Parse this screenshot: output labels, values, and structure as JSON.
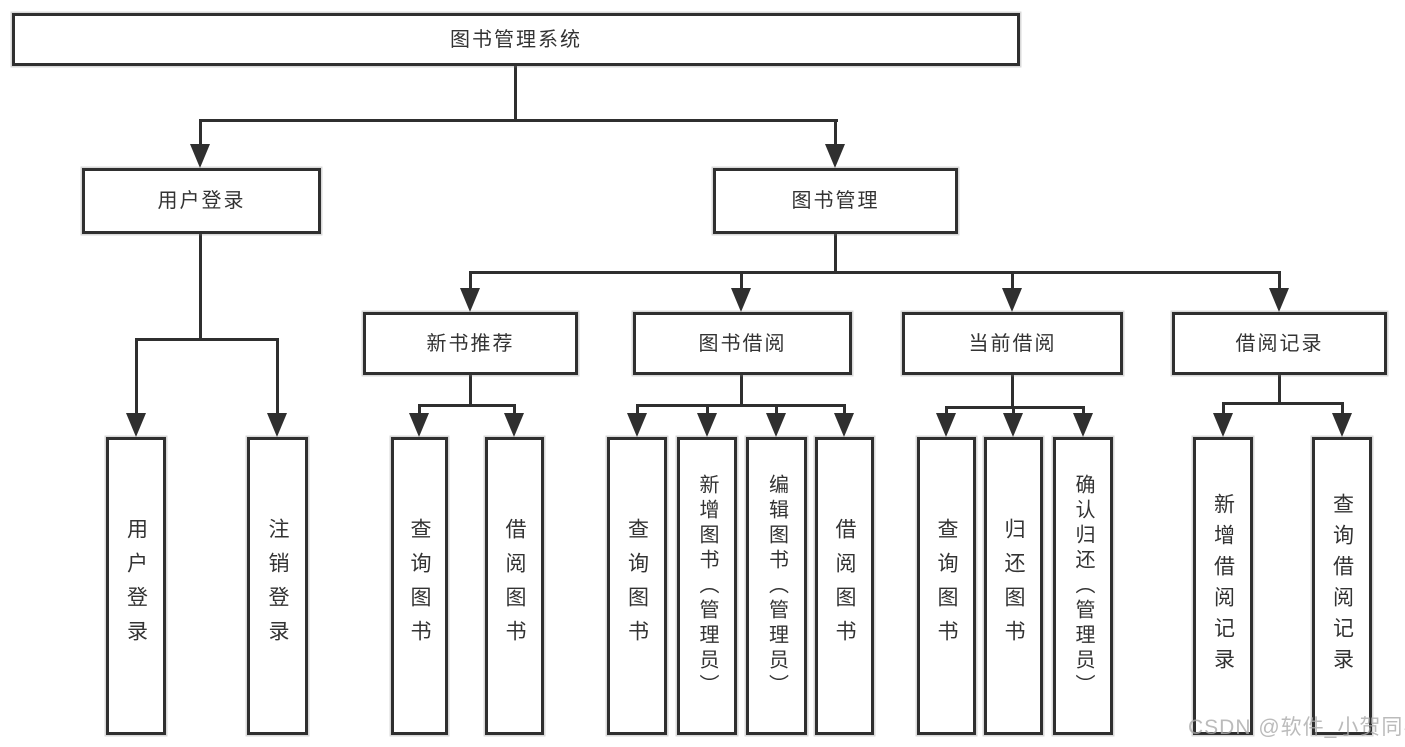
{
  "nodes": {
    "root": {
      "label": "图书管理系统"
    },
    "user_login": {
      "label": "用户登录",
      "children": [
        {
          "label": "用户登录"
        },
        {
          "label": "注销登录"
        }
      ]
    },
    "book_mgmt": {
      "label": "图书管理",
      "sections": [
        {
          "label": "新书推荐",
          "children": [
            {
              "label": "查询图书"
            },
            {
              "label": "借阅图书"
            }
          ]
        },
        {
          "label": "图书借阅",
          "children": [
            {
              "label": "查询图书"
            },
            {
              "label": "新增图书（管理员）"
            },
            {
              "label": "编辑图书（管理员）"
            },
            {
              "label": "借阅图书"
            }
          ]
        },
        {
          "label": "当前借阅",
          "children": [
            {
              "label": "查询图书"
            },
            {
              "label": "归还图书"
            },
            {
              "label": "确认归还（管理员）"
            }
          ]
        },
        {
          "label": "借阅记录",
          "children": [
            {
              "label": "新增借阅记录"
            },
            {
              "label": "查询借阅记录"
            }
          ]
        }
      ]
    }
  },
  "watermark": {
    "text": "CSDN @软件_小贺同学"
  },
  "colors": {
    "line": "#2f2f2f",
    "text": "#333333",
    "watermark": "#ababab",
    "background": "#ffffff"
  }
}
